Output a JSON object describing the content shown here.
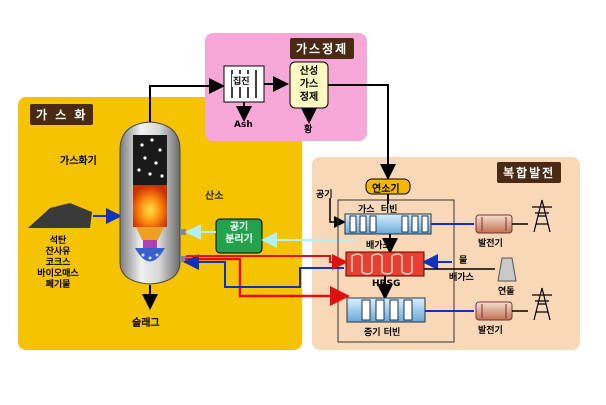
{
  "sections": {
    "gasification": "가 스 화",
    "gas_cleanup": "가스정제",
    "combined_cycle": "복합발전"
  },
  "gasifier": {
    "label": "가스화기",
    "feedstock_lines": [
      "석탄",
      "잔사유",
      "코크스",
      "바이오매스",
      "폐기물"
    ],
    "slag": "슬래그"
  },
  "oxygen_label": "산소",
  "air_separation": {
    "line1": "공기",
    "line2": "분리기"
  },
  "cleanup": {
    "dust_collector": "집진",
    "ash": "Ash",
    "acid_gas": [
      "산성",
      "가스",
      "정제"
    ],
    "sulfur": "황"
  },
  "power": {
    "combustor": "연소기",
    "air": "공기",
    "gas_turbine": "가스  터빈",
    "exhaust_gas": "배가스",
    "hrsg": "HRSG",
    "water": "물",
    "exhaust_out": "배가스",
    "stack": "연돌",
    "steam_turbine": "증기 터빈",
    "generator_1": "발전기",
    "generator_2": "발전기"
  },
  "colors": {
    "gasification_bg": "#f5c300",
    "gas_cleanup_bg": "#f7a8d8",
    "combined_cycle_bg": "#f9d8b8",
    "title_bg": "#4a2a12",
    "air_sep_bg": "#22a24a",
    "combustor_bg": "#f5b800",
    "steam_line": "#e01010",
    "water_line": "#1030c0"
  }
}
